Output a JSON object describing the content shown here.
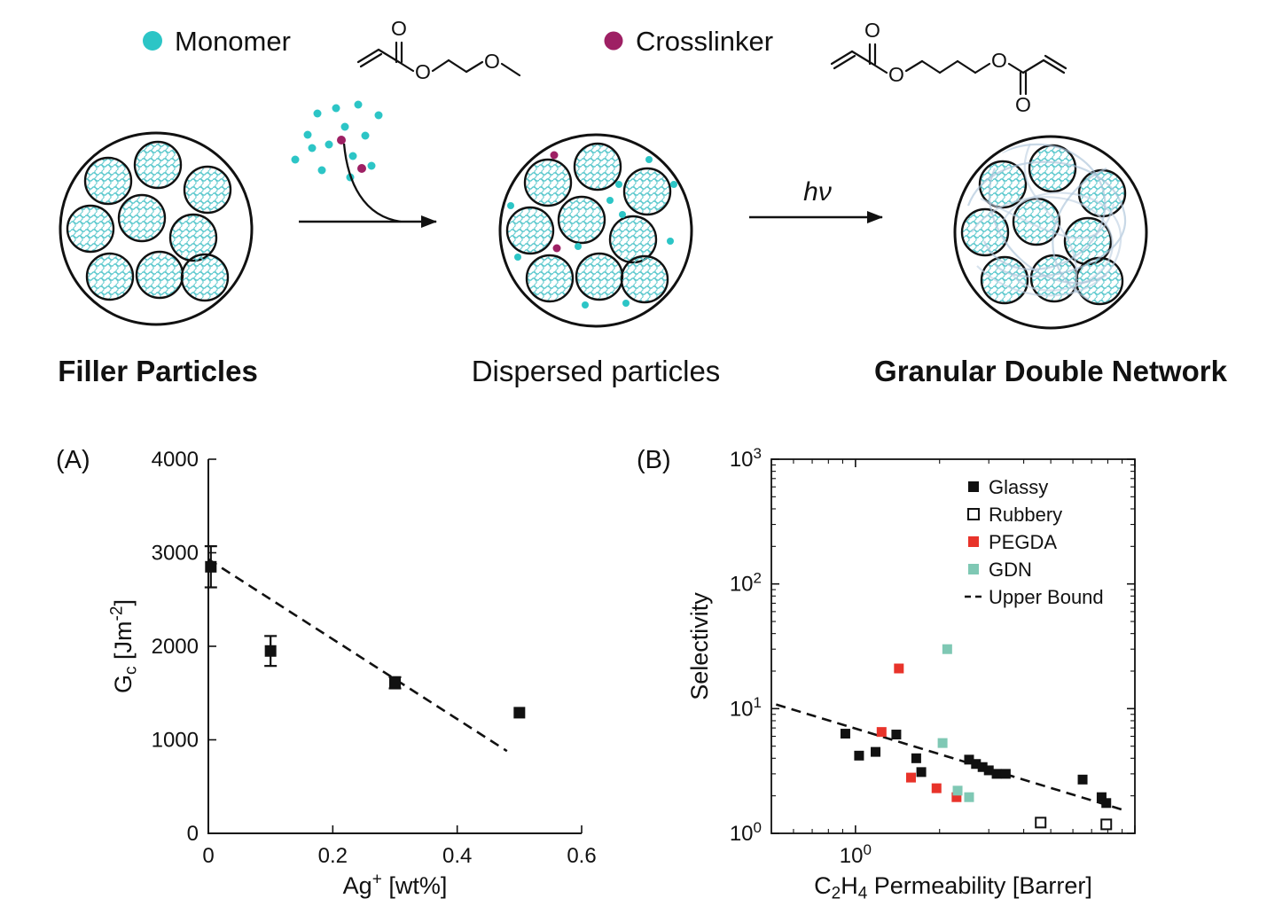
{
  "colors": {
    "monomer": "#2cc5c6",
    "crosslinker": "#9e2064",
    "mesh_teal": "#57c7cc",
    "network_strand": "#aac3d9",
    "glassy_black": "#111111",
    "pegda_red": "#e8332a",
    "gdn_teal": "#7fc8b4"
  },
  "legend": {
    "monomer_label": "Monomer",
    "crosslinker_label": "Crosslinker"
  },
  "stages": {
    "stage1": "Filler Particles",
    "stage2": "Dispersed particles",
    "stage3": "Granular Double Network"
  },
  "arrow_label": "hν",
  "chart_data": [
    {
      "id": "A",
      "type": "scatter",
      "panel_label": "(A)",
      "xscale": "linear",
      "yscale": "linear",
      "xlabel": "Ag^{+} [wt%]",
      "ylabel": "G_{c} [Jm^{-2}]",
      "xlim": [
        0,
        0.6
      ],
      "ylim": [
        0,
        4000
      ],
      "xticks": [
        0,
        0.2,
        0.4,
        0.6
      ],
      "xtick_labels": [
        "0",
        "0.2",
        "0.4",
        "0.6"
      ],
      "yticks": [
        0,
        1000,
        2000,
        3000,
        4000
      ],
      "ytick_labels": [
        "0",
        "1000",
        "2000",
        "3000",
        "4000"
      ],
      "series": [
        {
          "name": "Gc",
          "marker": "square-filled",
          "color": "#111111",
          "points": [
            {
              "x": 0.004,
              "y": 2850,
              "yerr": 220
            },
            {
              "x": 0.1,
              "y": 1950,
              "yerr": 160
            },
            {
              "x": 0.3,
              "y": 1610,
              "yerr": 60
            },
            {
              "x": 0.5,
              "y": 1290,
              "yerr": 0
            }
          ]
        }
      ],
      "lines": [
        {
          "name": "linear-fit",
          "style": "dashed",
          "color": "#111111",
          "x1": 0.0,
          "y1": 2930,
          "x2": 0.48,
          "y2": 880
        }
      ]
    },
    {
      "id": "B",
      "type": "scatter",
      "panel_label": "(B)",
      "xscale": "log",
      "yscale": "log",
      "xlabel": "C_{2}H_{4} Permeability [Barrer]",
      "ylabel": "Selectivity",
      "xlim": [
        0.5,
        10
      ],
      "ylim": [
        1,
        1000
      ],
      "xticks": [
        1,
        10
      ],
      "xtick_labels": [
        "10^{0}",
        ""
      ],
      "yticks": [
        1,
        10,
        100,
        1000
      ],
      "ytick_labels": [
        "10^{0}",
        "10^{1}",
        "10^{2}",
        "10^{3}"
      ],
      "series": [
        {
          "name": "Glassy",
          "marker": "square-filled",
          "color": "#111111",
          "points": [
            {
              "x": 0.92,
              "y": 6.3
            },
            {
              "x": 1.03,
              "y": 4.2
            },
            {
              "x": 1.18,
              "y": 4.5
            },
            {
              "x": 1.4,
              "y": 6.2
            },
            {
              "x": 1.65,
              "y": 4.0
            },
            {
              "x": 1.72,
              "y": 3.1
            },
            {
              "x": 2.55,
              "y": 3.9
            },
            {
              "x": 2.7,
              "y": 3.6
            },
            {
              "x": 2.85,
              "y": 3.4
            },
            {
              "x": 3.0,
              "y": 3.2
            },
            {
              "x": 3.2,
              "y": 3.0
            },
            {
              "x": 3.45,
              "y": 3.0
            },
            {
              "x": 6.5,
              "y": 2.7
            },
            {
              "x": 7.6,
              "y": 1.95
            },
            {
              "x": 7.9,
              "y": 1.75
            }
          ]
        },
        {
          "name": "Rubbery",
          "marker": "square-open",
          "color": "#111111",
          "points": [
            {
              "x": 4.6,
              "y": 1.22
            },
            {
              "x": 7.9,
              "y": 1.18
            }
          ]
        },
        {
          "name": "PEGDA",
          "marker": "square-filled",
          "color": "#e8332a",
          "points": [
            {
              "x": 1.24,
              "y": 6.5
            },
            {
              "x": 1.43,
              "y": 21
            },
            {
              "x": 1.58,
              "y": 2.8
            },
            {
              "x": 1.95,
              "y": 2.3
            },
            {
              "x": 2.3,
              "y": 1.95
            }
          ]
        },
        {
          "name": "GDN",
          "marker": "square-filled",
          "color": "#7fc8b4",
          "points": [
            {
              "x": 2.05,
              "y": 5.3
            },
            {
              "x": 2.13,
              "y": 30
            },
            {
              "x": 2.32,
              "y": 2.2
            },
            {
              "x": 2.55,
              "y": 1.95
            }
          ]
        }
      ],
      "lines": [
        {
          "name": "upper-bound",
          "style": "dashed",
          "color": "#111111",
          "x1": 0.52,
          "y1": 10.8,
          "x2": 9.0,
          "y2": 1.55
        }
      ],
      "legend": {
        "position": "top-right",
        "entries": [
          {
            "label": "Glassy",
            "marker": "square-filled",
            "color": "#111111"
          },
          {
            "label": "Rubbery",
            "marker": "square-open",
            "color": "#111111"
          },
          {
            "label": "PEGDA",
            "marker": "square-filled",
            "color": "#e8332a"
          },
          {
            "label": "GDN",
            "marker": "square-filled",
            "color": "#7fc8b4"
          },
          {
            "label": "Upper Bound",
            "marker": "dash",
            "color": "#111111"
          }
        ]
      }
    }
  ]
}
